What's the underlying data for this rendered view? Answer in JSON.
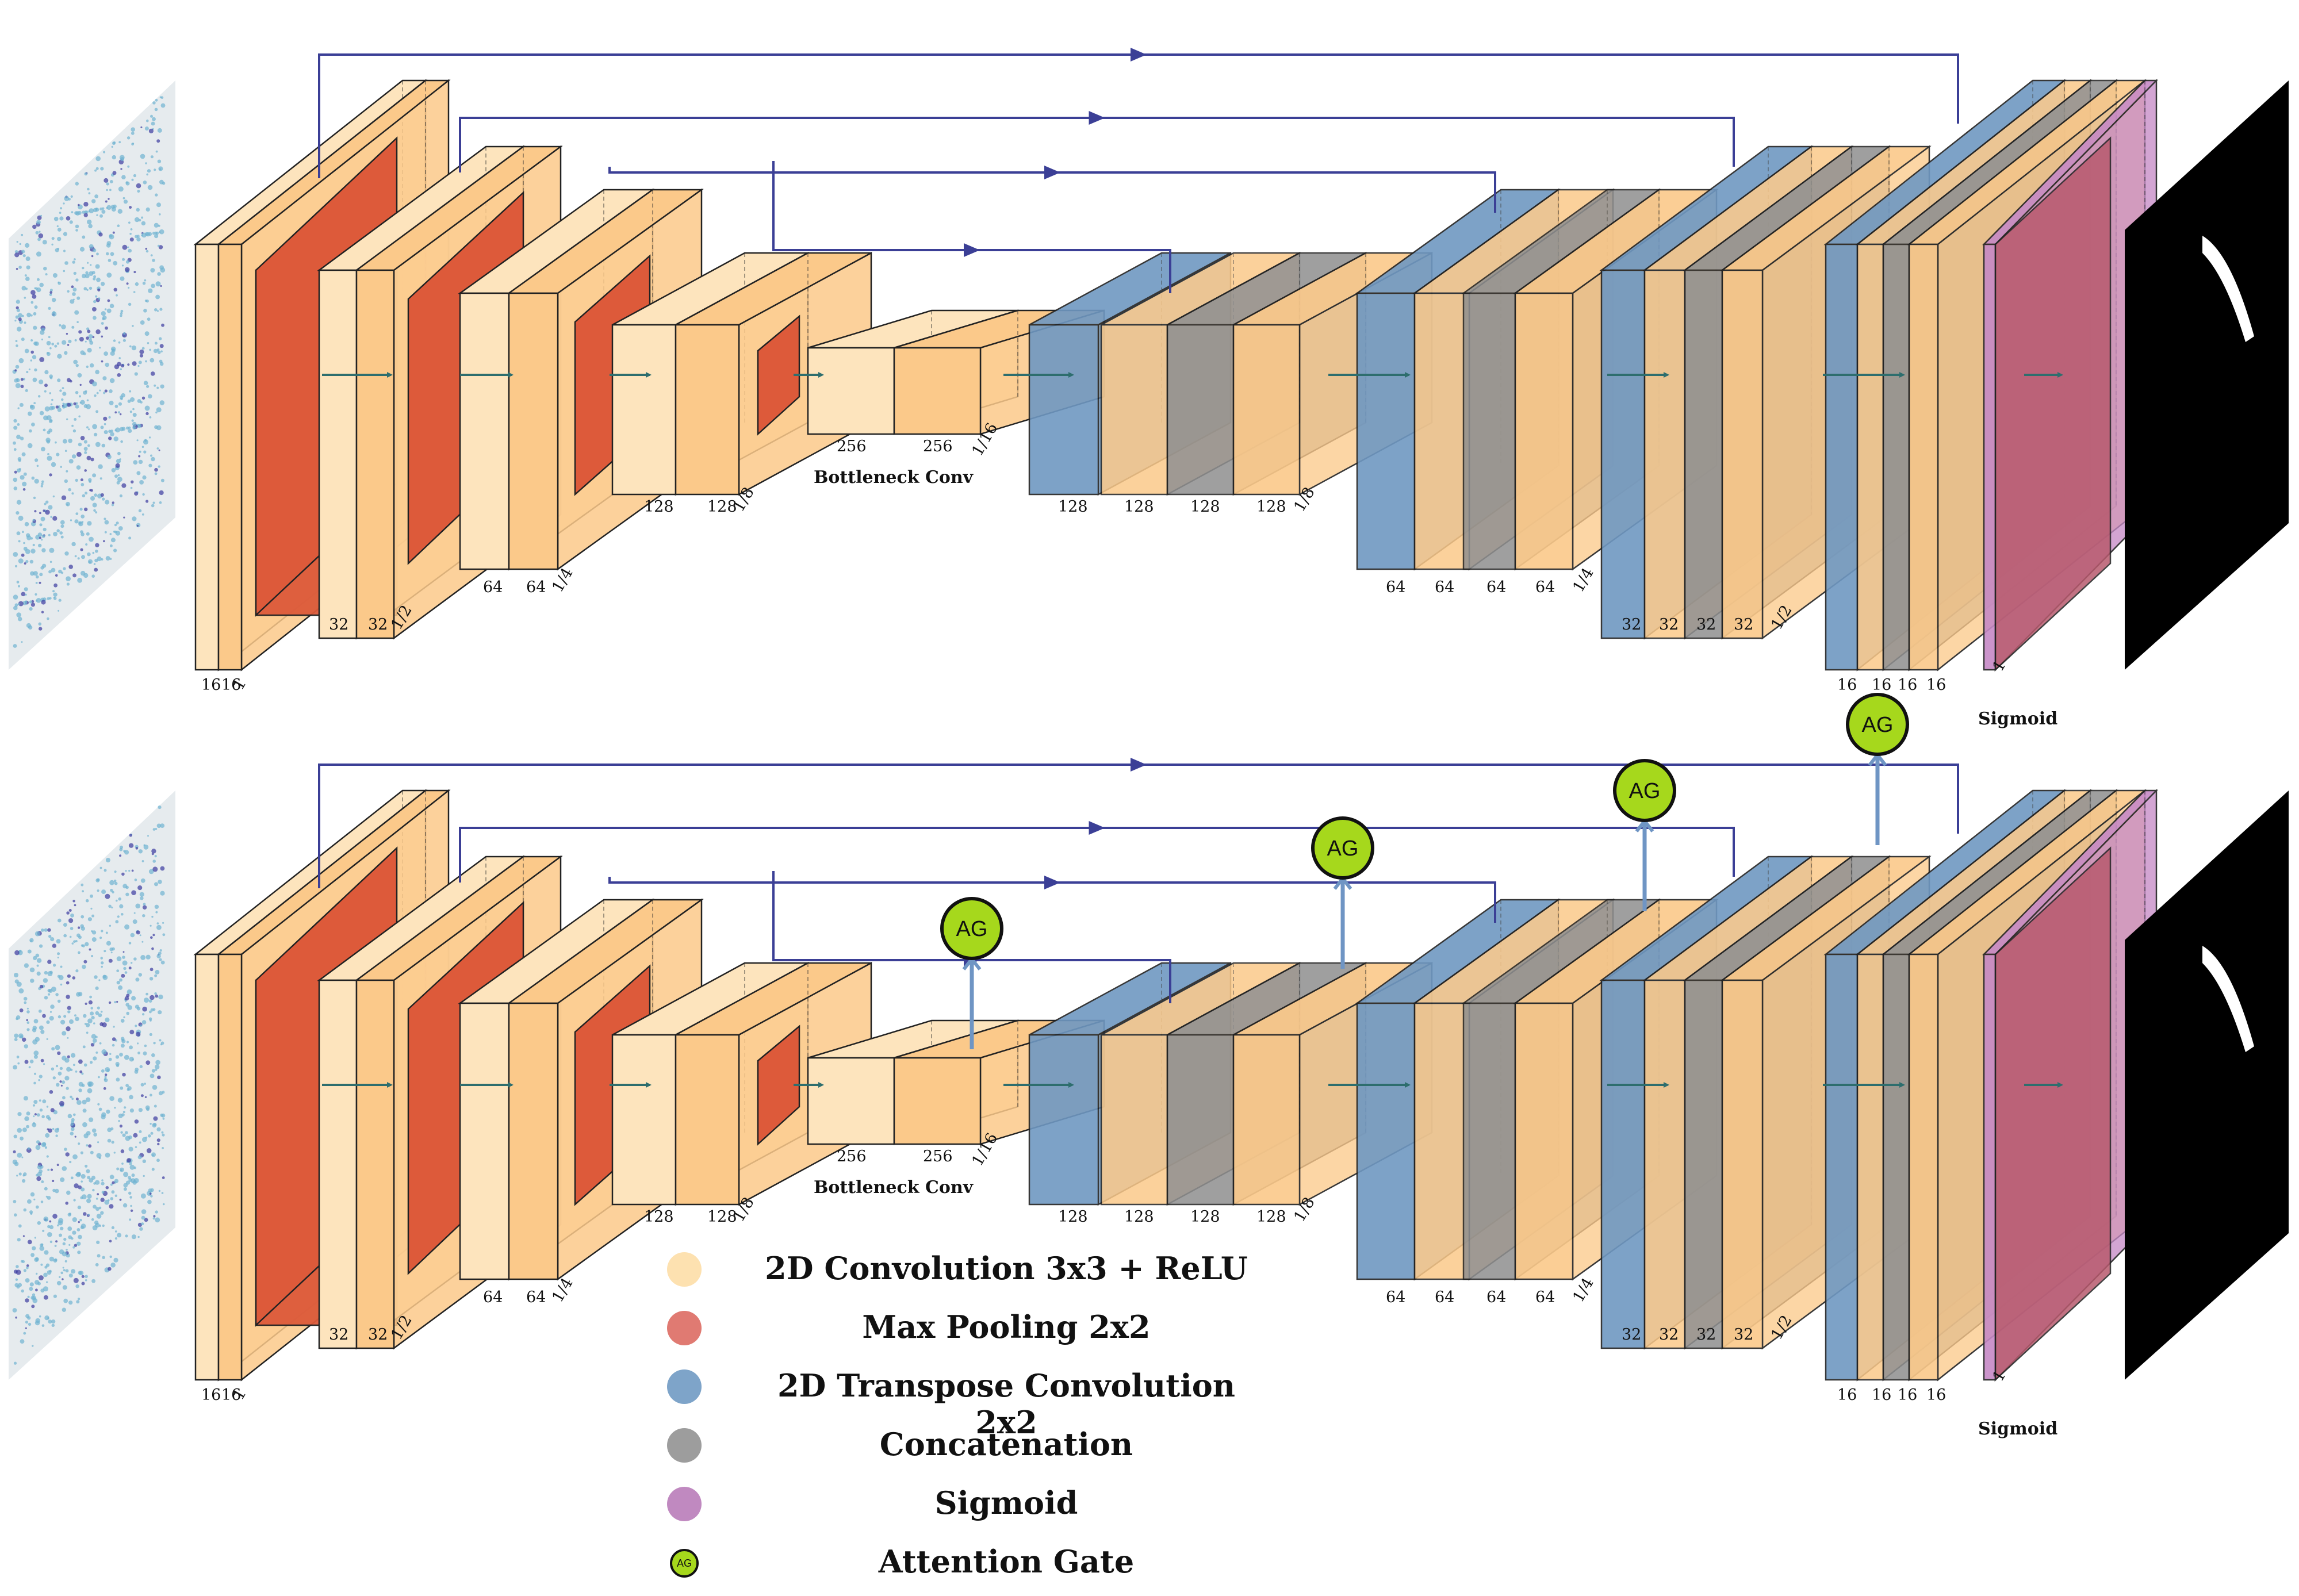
{
  "networks": [
    {
      "id": "unet",
      "encoder_labels": [
        {
          "channels": [
            "16",
            "16"
          ],
          "scale": "1"
        },
        {
          "channels": [
            "32",
            "32"
          ],
          "scale": "1/2"
        },
        {
          "channels": [
            "64",
            "64"
          ],
          "scale": "1/4"
        },
        {
          "channels": [
            "128",
            "128"
          ],
          "scale": "1/8"
        }
      ],
      "bottleneck": {
        "channels": [
          "256",
          "256"
        ],
        "scale": "1/16",
        "caption": "Bottleneck Conv"
      },
      "decoder_labels": [
        {
          "channels": [
            "128",
            "128",
            "128",
            "128"
          ],
          "scale": "1/8"
        },
        {
          "channels": [
            "64",
            "64",
            "64",
            "64"
          ],
          "scale": "1/4"
        },
        {
          "channels": [
            "32",
            "32",
            "32",
            "32"
          ],
          "scale": "1/2"
        },
        {
          "channels": [
            "16",
            "16",
            "16",
            "16"
          ],
          "scale": ""
        }
      ],
      "output": {
        "scale": "1",
        "caption": "Sigmoid"
      },
      "attention_gates": []
    },
    {
      "id": "attention-unet",
      "encoder_labels": [
        {
          "channels": [
            "16",
            "16"
          ],
          "scale": "1"
        },
        {
          "channels": [
            "32",
            "32"
          ],
          "scale": "1/2"
        },
        {
          "channels": [
            "64",
            "64"
          ],
          "scale": "1/4"
        },
        {
          "channels": [
            "128",
            "128"
          ],
          "scale": "1/8"
        }
      ],
      "bottleneck": {
        "channels": [
          "256",
          "256"
        ],
        "scale": "1/16",
        "caption": "Bottleneck Conv"
      },
      "decoder_labels": [
        {
          "channels": [
            "128",
            "128",
            "128",
            "128"
          ],
          "scale": "1/8"
        },
        {
          "channels": [
            "64",
            "64",
            "64",
            "64"
          ],
          "scale": "1/4"
        },
        {
          "channels": [
            "32",
            "32",
            "32",
            "32"
          ],
          "scale": "1/2"
        },
        {
          "channels": [
            "16",
            "16",
            "16",
            "16"
          ],
          "scale": ""
        }
      ],
      "output": {
        "scale": "1",
        "caption": "Sigmoid"
      },
      "attention_gates": [
        "AG",
        "AG",
        "AG",
        "AG"
      ]
    }
  ],
  "legend": [
    {
      "label": "2D Convolution 3x3 + ReLU",
      "color": "#fde1b0"
    },
    {
      "label": "Max Pooling 2x2",
      "color": "#e07a72"
    },
    {
      "label": "2D Transpose Convolution 2x2",
      "color": "#7ea4c9"
    },
    {
      "label": "Concatenation",
      "color": "#9d9d9d"
    },
    {
      "label": "Sigmoid",
      "color": "#c089c0"
    },
    {
      "label": "Attention Gate",
      "color": "#a6d81c",
      "icon_text": "AG"
    }
  ],
  "colors": {
    "conv": "#fbc98a",
    "conv_light": "#fde4bd",
    "pool": "#dd5a3a",
    "transpose": "#6f98c2",
    "concat": "#8f8f8f",
    "sigmoid": "#c689c6",
    "arrow": "#3b3f96",
    "flow": "#2e6e6e",
    "ag_fill": "#a6d81c",
    "ag_arrow": "#6f95c4"
  }
}
